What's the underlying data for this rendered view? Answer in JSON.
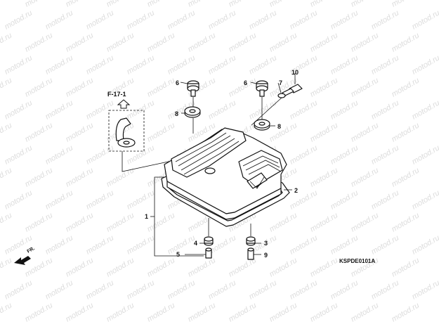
{
  "watermark": "motod.ru",
  "reference": "F-17-1",
  "diagram_code": "KSPDE0101A",
  "direction_label": "FR.",
  "callouts": {
    "c1": "1",
    "c2": "2",
    "c3": "3",
    "c4": "4",
    "c5": "5",
    "c6a": "6",
    "c6b": "6",
    "c7": "7",
    "c8a": "8",
    "c8b": "8",
    "c9": "9",
    "c10": "10"
  }
}
